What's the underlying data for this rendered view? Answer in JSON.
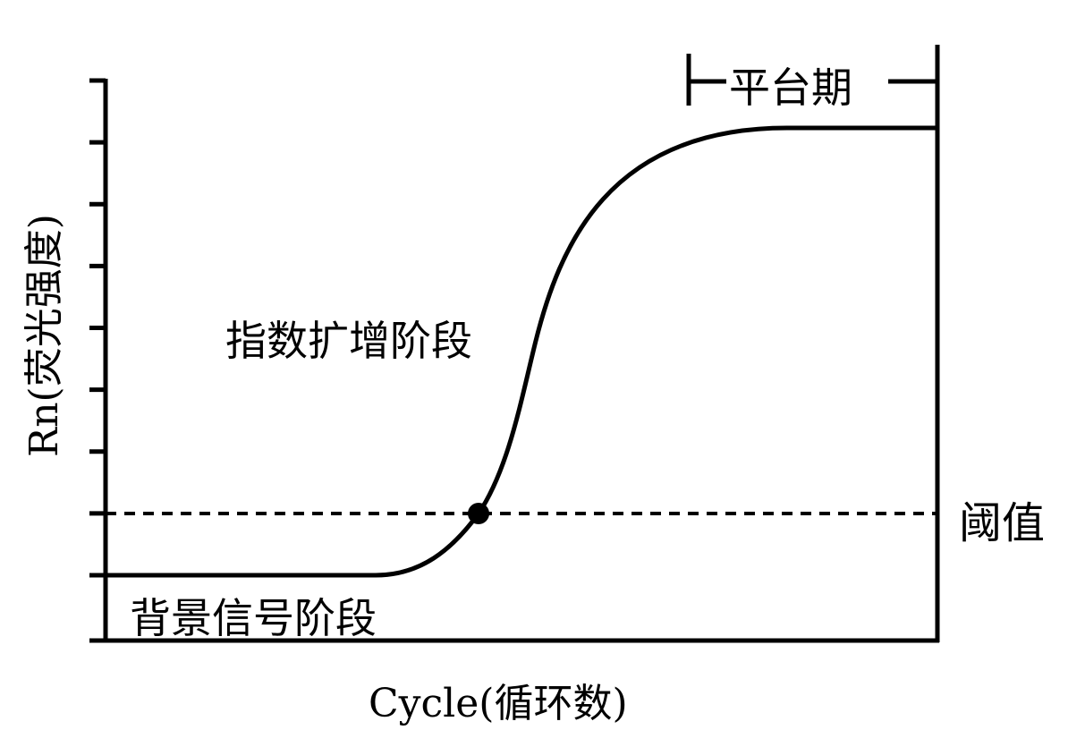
{
  "diagram": {
    "title": "qPCR amplification curve",
    "x_axis_label": "Cycle(循环数)",
    "y_axis_label": "Rn(荧光强度)",
    "phases": {
      "background": "背景信号阶段",
      "exponential": "指数扩增阶段",
      "plateau": "平台期"
    },
    "threshold_label": "阈值",
    "y_tick_count": 9,
    "line_color": "#000000"
  }
}
